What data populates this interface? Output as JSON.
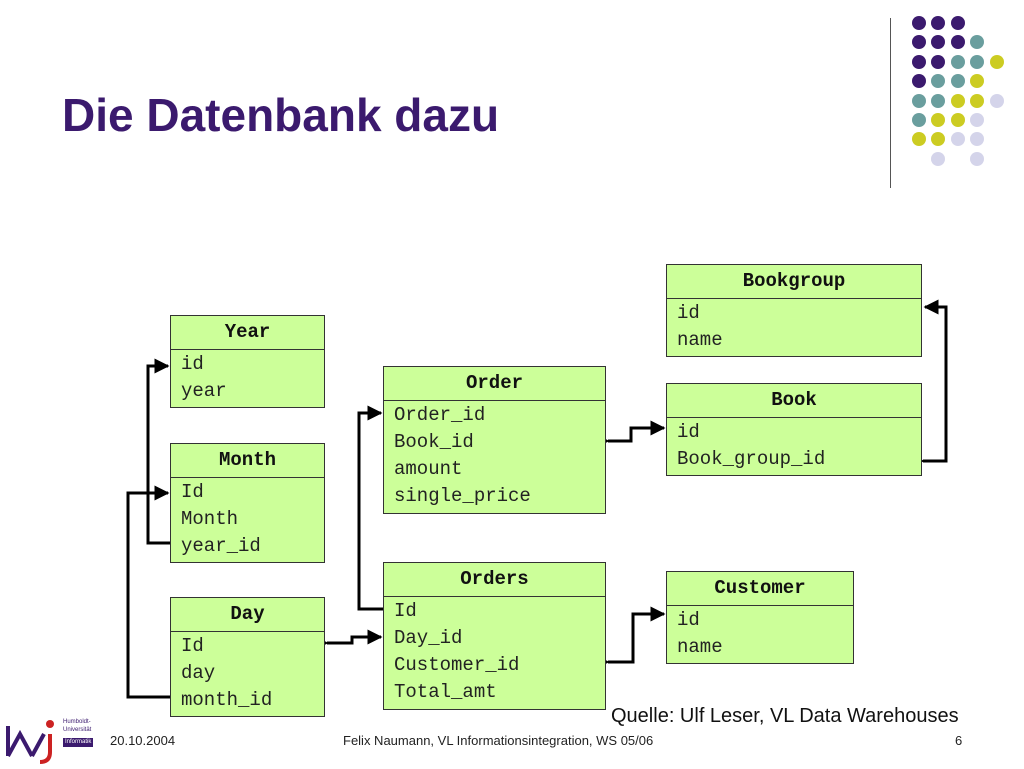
{
  "slide": {
    "title": "Die Datenbank dazu",
    "source": "Quelle: Ulf Leser, VL Data Warehouses",
    "footer_date": "20.10.2004",
    "footer_center": "Felix Naumann, VL Informationsintegration, WS 05/06",
    "page_number": "6"
  },
  "logo": {
    "line1": "Humboldt-",
    "line2": "Universität",
    "line3": "Informatik"
  },
  "colors": {
    "purple": "#3b1a6e",
    "teal": "#6a9e9e",
    "yellow": "#cccc22",
    "lavender": "#d4d4ea",
    "table_fill": "#ccff99"
  },
  "decor_dots": [
    [
      "purple",
      "purple",
      "purple",
      "",
      ""
    ],
    [
      "purple",
      "purple",
      "purple",
      "teal",
      ""
    ],
    [
      "purple",
      "purple",
      "teal",
      "teal",
      "yellow"
    ],
    [
      "purple",
      "teal",
      "teal",
      "yellow",
      ""
    ],
    [
      "teal",
      "teal",
      "yellow",
      "yellow",
      "lavender"
    ],
    [
      "teal",
      "yellow",
      "yellow",
      "lavender",
      ""
    ],
    [
      "yellow",
      "yellow",
      "lavender",
      "lavender",
      ""
    ],
    [
      "",
      "lavender",
      "",
      "lavender",
      ""
    ]
  ],
  "tables": {
    "year": {
      "name": "Year",
      "fields": [
        "id",
        "year"
      ]
    },
    "month": {
      "name": "Month",
      "fields": [
        "Id",
        "Month",
        "year_id"
      ]
    },
    "day": {
      "name": "Day",
      "fields": [
        "Id",
        "day",
        "month_id"
      ]
    },
    "order": {
      "name": "Order",
      "fields": [
        "Order_id",
        "Book_id",
        "amount",
        "single_price"
      ]
    },
    "orders": {
      "name": "Orders",
      "fields": [
        "Id",
        "Day_id",
        "Customer_id",
        "Total_amt"
      ]
    },
    "bookgroup": {
      "name": "Bookgroup",
      "fields": [
        "id",
        "name"
      ]
    },
    "book": {
      "name": "Book",
      "fields": [
        "id",
        "Book_group_id"
      ]
    },
    "customer": {
      "name": "Customer",
      "fields": [
        "id",
        "name"
      ]
    }
  }
}
